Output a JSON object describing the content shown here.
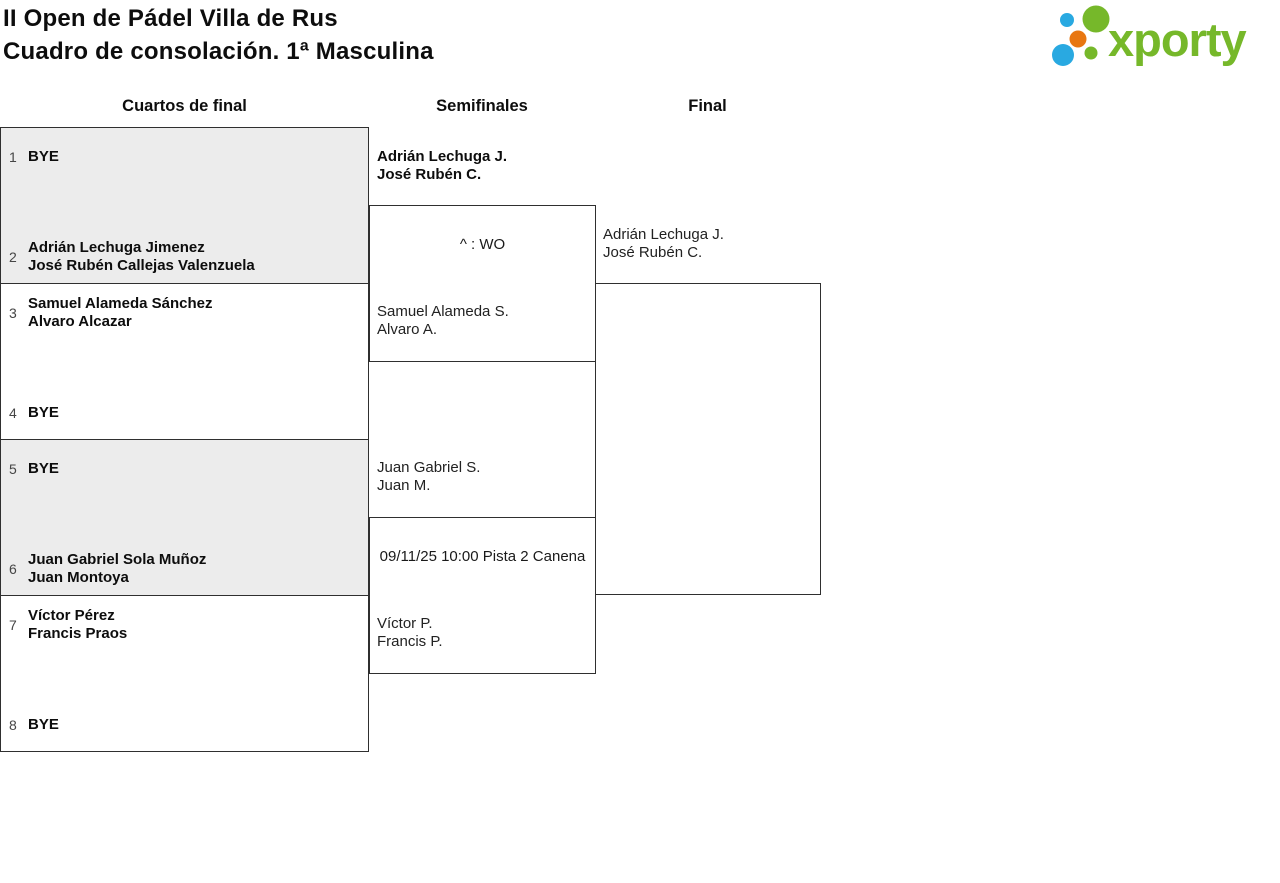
{
  "header": {
    "title_line1": "II Open de Pádel Villa de Rus",
    "title_line2": "Cuadro de consolación. 1ª Masculina",
    "logo_text": "xporty"
  },
  "colors": {
    "logo_green": "#76b82a",
    "logo_blue": "#29a9e1",
    "logo_orange": "#e87711",
    "shaded_fill": "#ececec",
    "border": "#2f2f2f"
  },
  "rounds": {
    "quarterfinals_label": "Cuartos de final",
    "semifinals_label": "Semifinales",
    "final_label": "Final"
  },
  "quarterfinals": [
    {
      "slots": [
        {
          "seed": "1",
          "line1": "BYE",
          "line2": ""
        },
        {
          "seed": "2",
          "line1": "Adrián Lechuga Jimenez",
          "line2": "José Rubén Callejas Valenzuela"
        }
      ]
    },
    {
      "slots": [
        {
          "seed": "3",
          "line1": "Samuel Alameda Sánchez",
          "line2": "Alvaro Alcazar"
        },
        {
          "seed": "4",
          "line1": "BYE",
          "line2": ""
        }
      ]
    },
    {
      "slots": [
        {
          "seed": "5",
          "line1": "BYE",
          "line2": ""
        },
        {
          "seed": "6",
          "line1": "Juan Gabriel Sola Muñoz",
          "line2": "Juan Montoya"
        }
      ]
    },
    {
      "slots": [
        {
          "seed": "7",
          "line1": "Víctor Pérez",
          "line2": "Francis Praos"
        },
        {
          "seed": "8",
          "line1": "BYE",
          "line2": ""
        }
      ]
    }
  ],
  "semifinals": [
    {
      "top_line1": "Adrián Lechuga J.",
      "top_line2": "José Rubén C.",
      "score": "^ : WO",
      "bottom_line1": "Samuel Alameda S.",
      "bottom_line2": "Alvaro A."
    },
    {
      "top_line1": "Juan Gabriel S.",
      "top_line2": "Juan M.",
      "score": "09/11/25 10:00 Pista 2 Canena",
      "bottom_line1": "Víctor P.",
      "bottom_line2": "Francis P."
    }
  ],
  "final": {
    "top_line1": "Adrián Lechuga J.",
    "top_line2": "José Rubén C."
  }
}
